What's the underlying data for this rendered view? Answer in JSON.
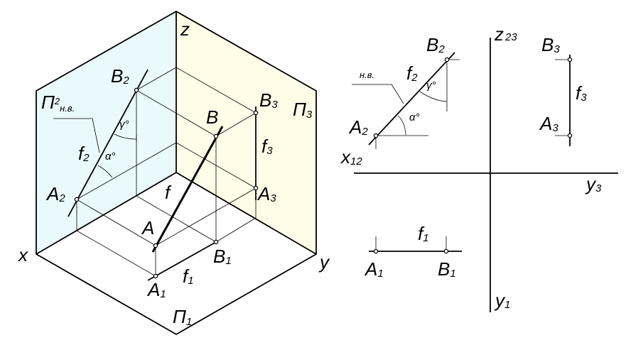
{
  "colors": {
    "plane_frontal": "#eaf9fb",
    "plane_profile": "#fffde8",
    "line": "#000000"
  },
  "iso": {
    "axis_x": "x",
    "axis_y": "y",
    "axis_z": "z",
    "plane_p1": {
      "main": "П",
      "sub": "1"
    },
    "plane_p2": {
      "main": "П",
      "sub": "2",
      "note": "н.в."
    },
    "plane_p3": {
      "main": "П",
      "sub": "3"
    },
    "A": "A",
    "B": "B",
    "f": "f",
    "A1": {
      "main": "A",
      "sub": "1"
    },
    "B1": {
      "main": "B",
      "sub": "1"
    },
    "A2": {
      "main": "A",
      "sub": "2"
    },
    "B2": {
      "main": "B",
      "sub": "2"
    },
    "A3": {
      "main": "A",
      "sub": "3"
    },
    "B3": {
      "main": "B",
      "sub": "3"
    },
    "f1": {
      "main": "f",
      "sub": "1"
    },
    "f2": {
      "main": "f",
      "sub": "2"
    },
    "f3": {
      "main": "f",
      "sub": "3"
    },
    "gamma": "γ°",
    "alpha": "α°"
  },
  "epure": {
    "axis_x": {
      "main": "x",
      "sub": "12"
    },
    "axis_z": {
      "main": "z",
      "sub": "23"
    },
    "axis_y3": {
      "main": "y",
      "sub": "3"
    },
    "axis_y1": {
      "main": "y",
      "sub": "1"
    },
    "note": "н.в.",
    "A1": {
      "main": "A",
      "sub": "1"
    },
    "B1": {
      "main": "B",
      "sub": "1"
    },
    "A2": {
      "main": "A",
      "sub": "2"
    },
    "B2": {
      "main": "B",
      "sub": "2"
    },
    "A3": {
      "main": "A",
      "sub": "3"
    },
    "B3": {
      "main": "B",
      "sub": "3"
    },
    "f1": {
      "main": "f",
      "sub": "1"
    },
    "f2": {
      "main": "f",
      "sub": "2"
    },
    "f3": {
      "main": "f",
      "sub": "3"
    },
    "gamma": "γ°",
    "alpha": "α°"
  }
}
